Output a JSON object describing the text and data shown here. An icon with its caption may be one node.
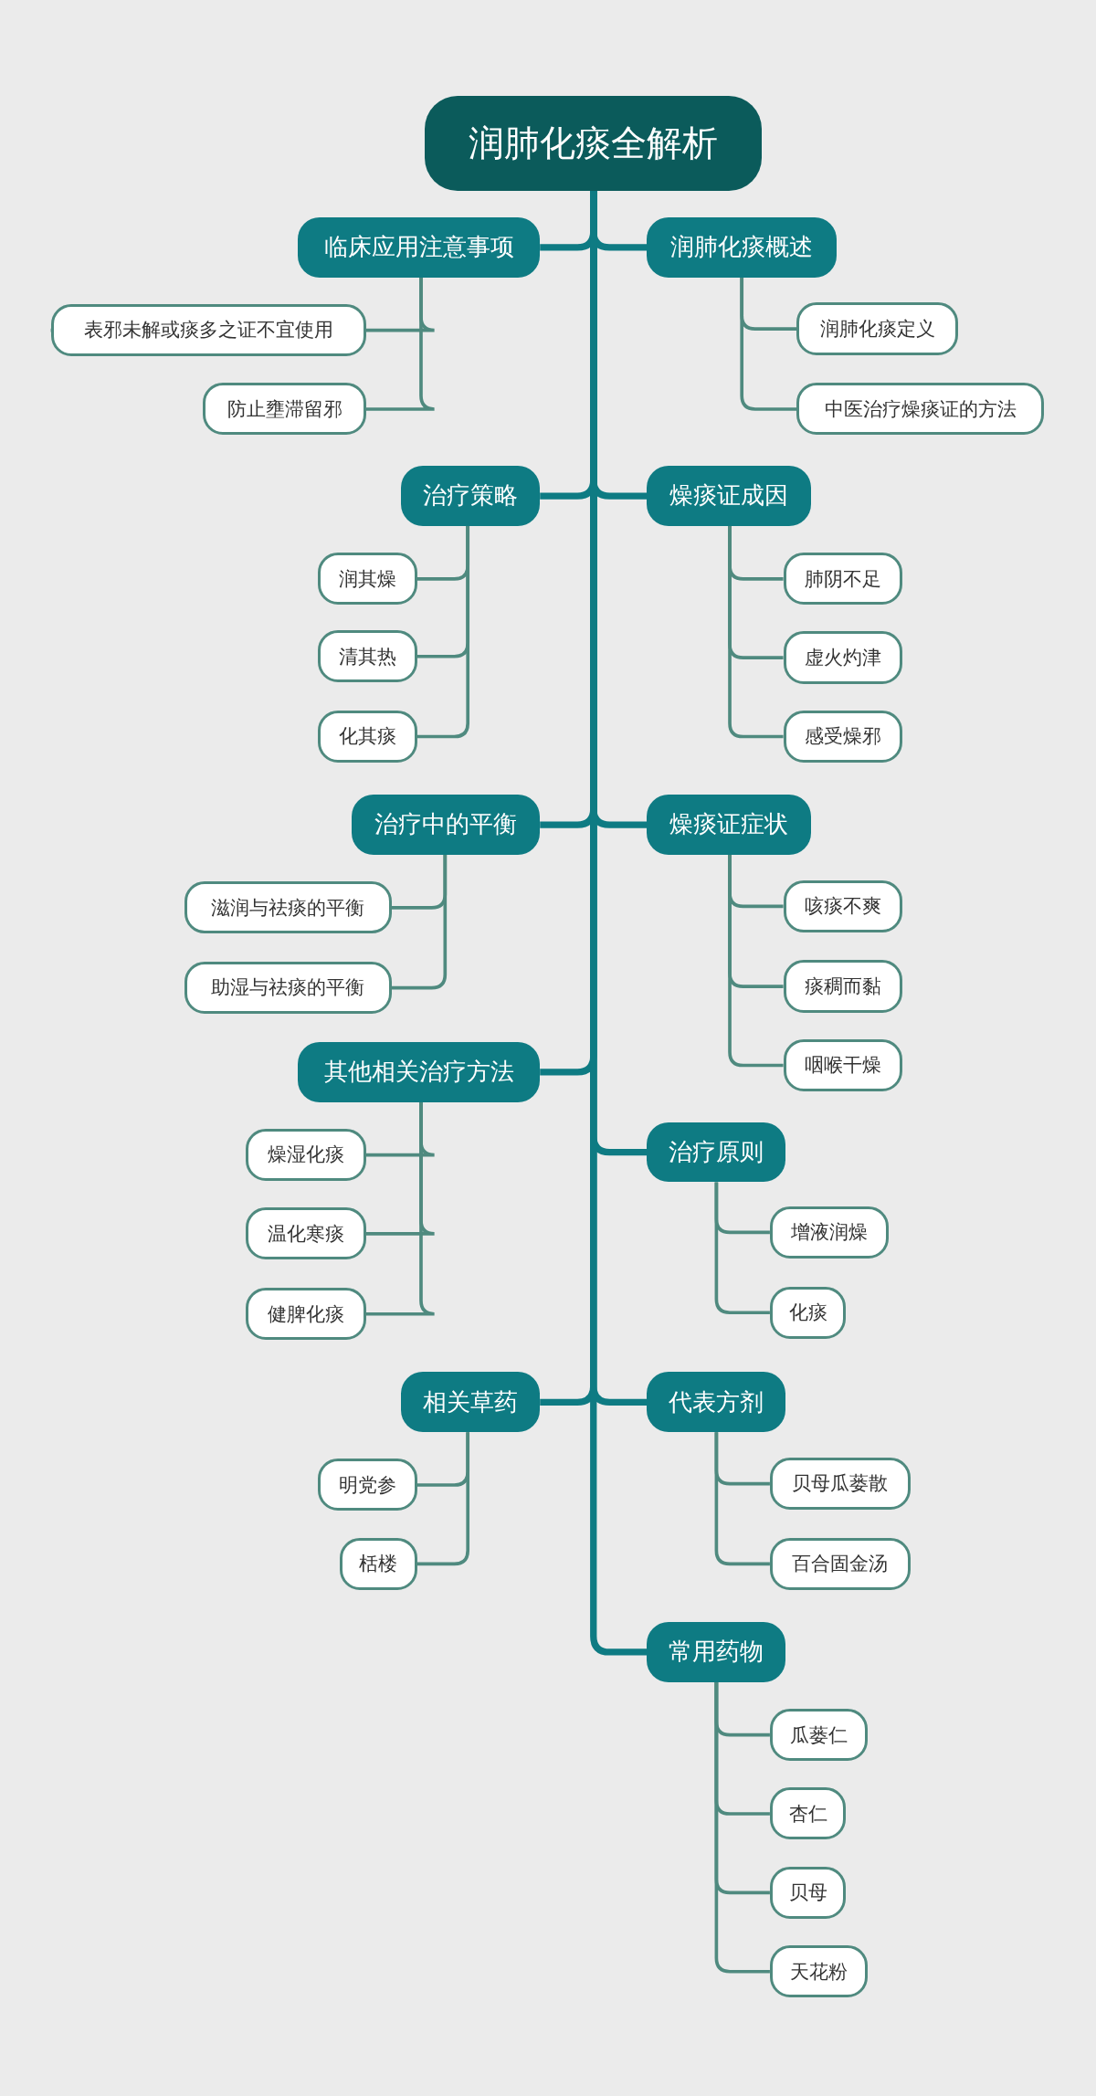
{
  "diagram": {
    "nodes": [
      {
        "text": [
          "润肺化痰全解析"
        ]
      },
      {
        "text": [
          "临床应用注意事项"
        ]
      },
      {
        "text": [
          "表邪未解或痰多之证不宜使用"
        ]
      },
      {
        "text": [
          "防止壅滞留邪"
        ]
      },
      {
        "text": [
          "润肺化痰概述"
        ]
      },
      {
        "text": [
          "润肺化痰定义"
        ]
      },
      {
        "text": [
          "中医治疗燥痰证的方法"
        ]
      },
      {
        "text": [
          "治疗策略"
        ]
      },
      {
        "text": [
          "润其燥"
        ]
      },
      {
        "text": [
          "清其热"
        ]
      },
      {
        "text": [
          "化其痰"
        ]
      },
      {
        "text": [
          "燥痰证成因"
        ]
      },
      {
        "text": [
          "肺阴不足"
        ]
      },
      {
        "text": [
          "虚火灼津"
        ]
      },
      {
        "text": [
          "感受燥邪"
        ]
      },
      {
        "text": [
          "治疗中的平衡"
        ]
      },
      {
        "text": [
          "滋润与祛痰的平衡"
        ]
      },
      {
        "text": [
          "助湿与祛痰的平衡"
        ]
      },
      {
        "text": [
          "燥痰证症状"
        ]
      },
      {
        "text": [
          "咳痰不爽"
        ]
      },
      {
        "text": [
          "痰稠而黏"
        ]
      },
      {
        "text": [
          "咽喉干燥"
        ]
      },
      {
        "text": [
          "其他相关治疗方法"
        ]
      },
      {
        "text": [
          "燥湿化痰"
        ]
      },
      {
        "text": [
          "温化寒痰"
        ]
      },
      {
        "text": [
          "健脾化痰"
        ]
      },
      {
        "text": [
          "治疗原则"
        ]
      },
      {
        "text": [
          "增液润燥"
        ]
      },
      {
        "text": [
          "化痰"
        ]
      },
      {
        "text": [
          "相关草药"
        ]
      },
      {
        "text": [
          "明党参"
        ]
      },
      {
        "text": [
          "栝楼"
        ]
      },
      {
        "text": [
          "代表方剂"
        ]
      },
      {
        "text": [
          "贝母瓜蒌散"
        ]
      },
      {
        "text": [
          "百合固金汤"
        ]
      },
      {
        "text": [
          "常用药物"
        ]
      },
      {
        "text": [
          "瓜蒌仁"
        ]
      },
      {
        "text": [
          "杏仁"
        ]
      },
      {
        "text": [
          "贝母"
        ]
      },
      {
        "text": [
          "天花粉"
        ]
      }
    ],
    "edges": [
      {
        "from": 0,
        "to": 1,
        "arrow": "none",
        "style": "thick"
      },
      {
        "from": 1,
        "to": 2,
        "arrow": "none"
      },
      {
        "from": 1,
        "to": 3,
        "arrow": "none"
      },
      {
        "from": 0,
        "to": 4,
        "arrow": "none",
        "style": "thick"
      },
      {
        "from": 4,
        "to": 5,
        "arrow": "none"
      },
      {
        "from": 4,
        "to": 6,
        "arrow": "none"
      },
      {
        "from": 0,
        "to": 7,
        "arrow": "none",
        "style": "thick"
      },
      {
        "from": 7,
        "to": 8,
        "arrow": "none"
      },
      {
        "from": 7,
        "to": 9,
        "arrow": "none"
      },
      {
        "from": 7,
        "to": 10,
        "arrow": "none"
      },
      {
        "from": 0,
        "to": 11,
        "arrow": "none",
        "style": "thick"
      },
      {
        "from": 11,
        "to": 12,
        "arrow": "none"
      },
      {
        "from": 11,
        "to": 13,
        "arrow": "none"
      },
      {
        "from": 11,
        "to": 14,
        "arrow": "none"
      },
      {
        "from": 0,
        "to": 15,
        "arrow": "none",
        "style": "thick"
      },
      {
        "from": 15,
        "to": 16,
        "arrow": "none"
      },
      {
        "from": 15,
        "to": 17,
        "arrow": "none"
      },
      {
        "from": 0,
        "to": 18,
        "arrow": "none",
        "style": "thick"
      },
      {
        "from": 18,
        "to": 19,
        "arrow": "none"
      },
      {
        "from": 18,
        "to": 20,
        "arrow": "none"
      },
      {
        "from": 18,
        "to": 21,
        "arrow": "none"
      },
      {
        "from": 0,
        "to": 22,
        "arrow": "none",
        "style": "thick"
      },
      {
        "from": 22,
        "to": 23,
        "arrow": "none"
      },
      {
        "from": 22,
        "to": 24,
        "arrow": "none"
      },
      {
        "from": 22,
        "to": 25,
        "arrow": "none"
      },
      {
        "from": 0,
        "to": 26,
        "arrow": "none",
        "style": "thick"
      },
      {
        "from": 26,
        "to": 27,
        "arrow": "none"
      },
      {
        "from": 26,
        "to": 28,
        "arrow": "none"
      },
      {
        "from": 0,
        "to": 29,
        "arrow": "none",
        "style": "thick"
      },
      {
        "from": 29,
        "to": 30,
        "arrow": "none"
      },
      {
        "from": 29,
        "to": 31,
        "arrow": "none"
      },
      {
        "from": 0,
        "to": 32,
        "arrow": "none",
        "style": "thick"
      },
      {
        "from": 32,
        "to": 33,
        "arrow": "none"
      },
      {
        "from": 32,
        "to": 34,
        "arrow": "none"
      },
      {
        "from": 0,
        "to": 35,
        "arrow": "none",
        "style": "thick"
      },
      {
        "from": 35,
        "to": 36,
        "arrow": "none"
      },
      {
        "from": 35,
        "to": 37,
        "arrow": "none"
      },
      {
        "from": 35,
        "to": 38,
        "arrow": "none"
      },
      {
        "from": 35,
        "to": 39,
        "arrow": "none"
      }
    ]
  }
}
